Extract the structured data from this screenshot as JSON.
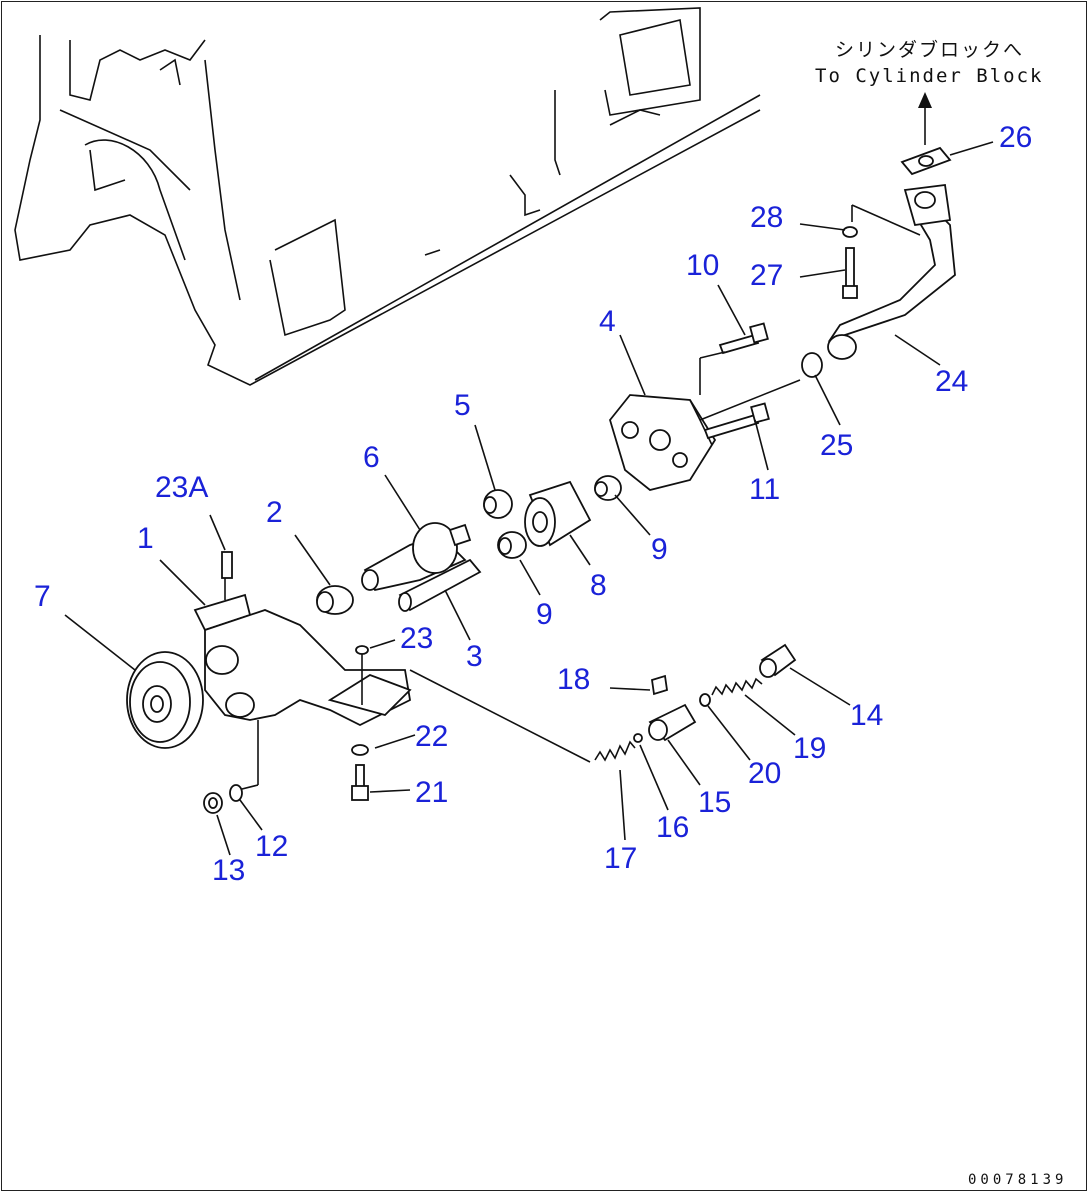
{
  "diagram": {
    "note_ja": "シリンダブロックへ",
    "note_en": "To Cylinder Block",
    "drawing_number": "00078139",
    "callouts": [
      {
        "id": "c1",
        "label": "1"
      },
      {
        "id": "c2",
        "label": "2"
      },
      {
        "id": "c3",
        "label": "3"
      },
      {
        "id": "c4",
        "label": "4"
      },
      {
        "id": "c5",
        "label": "5"
      },
      {
        "id": "c6",
        "label": "6"
      },
      {
        "id": "c7",
        "label": "7"
      },
      {
        "id": "c8",
        "label": "8"
      },
      {
        "id": "c9a",
        "label": "9"
      },
      {
        "id": "c9b",
        "label": "9"
      },
      {
        "id": "c10",
        "label": "10"
      },
      {
        "id": "c11",
        "label": "11"
      },
      {
        "id": "c12",
        "label": "12"
      },
      {
        "id": "c13",
        "label": "13"
      },
      {
        "id": "c14",
        "label": "14"
      },
      {
        "id": "c15",
        "label": "15"
      },
      {
        "id": "c16",
        "label": "16"
      },
      {
        "id": "c17",
        "label": "17"
      },
      {
        "id": "c18",
        "label": "18"
      },
      {
        "id": "c19",
        "label": "19"
      },
      {
        "id": "c20",
        "label": "20"
      },
      {
        "id": "c21",
        "label": "21"
      },
      {
        "id": "c22",
        "label": "22"
      },
      {
        "id": "c23",
        "label": "23"
      },
      {
        "id": "c23a",
        "label": "23A"
      },
      {
        "id": "c24",
        "label": "24"
      },
      {
        "id": "c25",
        "label": "25"
      },
      {
        "id": "c26",
        "label": "26"
      },
      {
        "id": "c27",
        "label": "27"
      },
      {
        "id": "c28",
        "label": "28"
      }
    ]
  }
}
